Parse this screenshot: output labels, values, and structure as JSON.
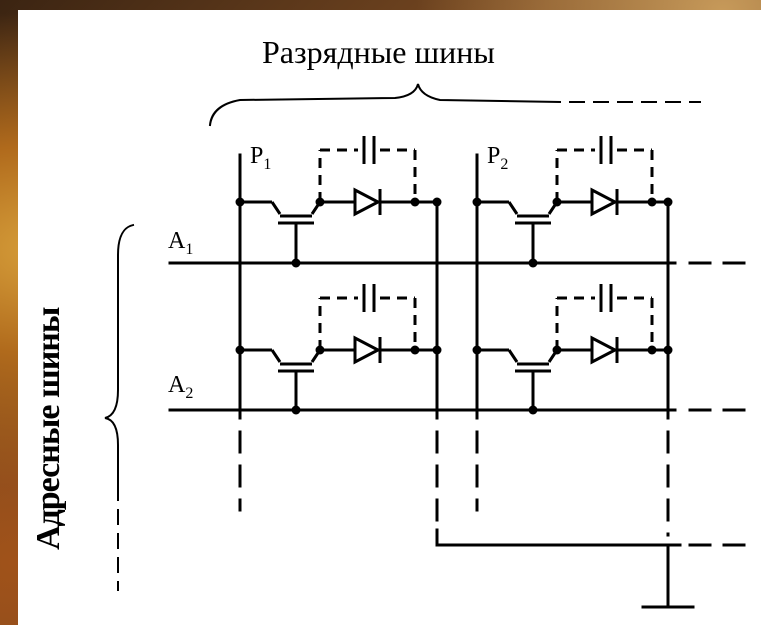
{
  "bit_lines_label": "Разрядные шины",
  "address_lines_label": "Адресные шины",
  "labels": {
    "p1": "P",
    "p1_sub": "1",
    "p2": "P",
    "p2_sub": "2",
    "a1": "A",
    "a1_sub": "1",
    "a2": "A",
    "a2_sub": "2"
  }
}
